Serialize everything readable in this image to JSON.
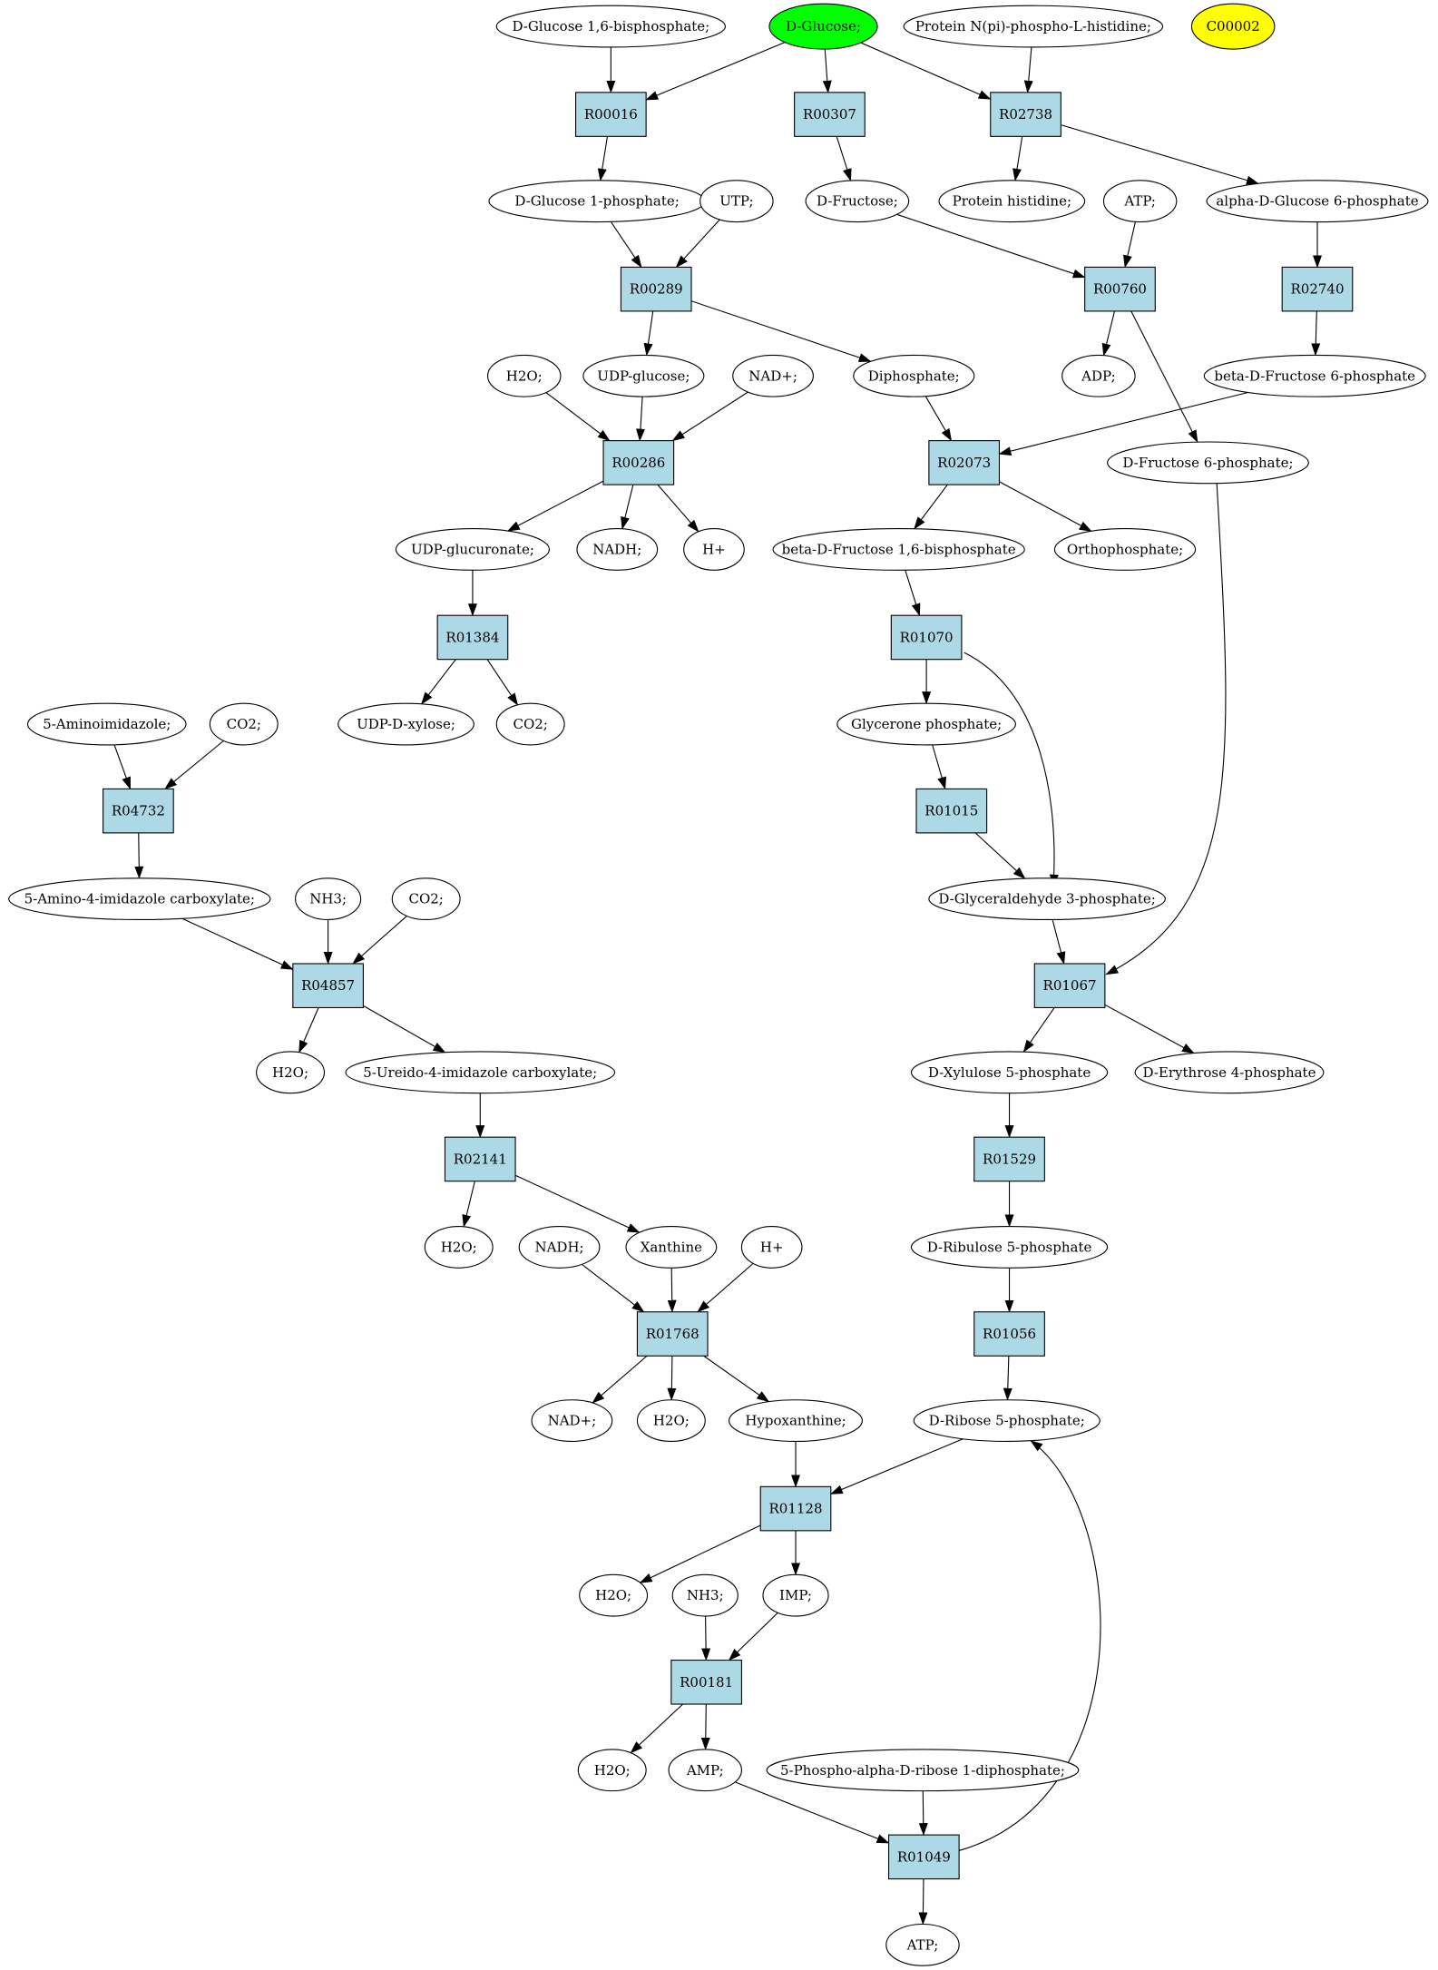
{
  "colors": {
    "reaction_fill": "#add8e6",
    "compound_fill": "#ffffff",
    "start_fill": "#00ff00",
    "target_fill": "#ffff00",
    "edge": "#000000"
  },
  "graph": {
    "nodes": [
      {
        "id": "c_g16bp",
        "type": "compound",
        "label": "D-Glucose 1,6-bisphosphate;"
      },
      {
        "id": "c_glucose",
        "type": "start",
        "label": "D-Glucose;"
      },
      {
        "id": "c_protnph",
        "type": "compound",
        "label": "Protein N(pi)-phospho-L-histidine;"
      },
      {
        "id": "c_c00002",
        "type": "target",
        "label": "C00002"
      },
      {
        "id": "r_R00016",
        "type": "reaction",
        "label": "R00016"
      },
      {
        "id": "r_R00307",
        "type": "reaction",
        "label": "R00307"
      },
      {
        "id": "r_R02738",
        "type": "reaction",
        "label": "R02738"
      },
      {
        "id": "c_g1p",
        "type": "compound",
        "label": "D-Glucose 1-phosphate;"
      },
      {
        "id": "c_utp",
        "type": "compound",
        "label": "UTP;"
      },
      {
        "id": "c_fructose",
        "type": "compound",
        "label": "D-Fructose;"
      },
      {
        "id": "c_prothis",
        "type": "compound",
        "label": "Protein histidine;"
      },
      {
        "id": "c_atp1",
        "type": "compound",
        "label": "ATP;"
      },
      {
        "id": "c_ag6p",
        "type": "compound",
        "label": "alpha-D-Glucose 6-phosphate"
      },
      {
        "id": "r_R00289",
        "type": "reaction",
        "label": "R00289"
      },
      {
        "id": "r_R00760",
        "type": "reaction",
        "label": "R00760"
      },
      {
        "id": "r_R02740",
        "type": "reaction",
        "label": "R02740"
      },
      {
        "id": "c_h2o_1",
        "type": "compound",
        "label": "H2O;"
      },
      {
        "id": "c_udpg",
        "type": "compound",
        "label": "UDP-glucose;"
      },
      {
        "id": "c_nadp_1",
        "type": "compound",
        "label": "NAD+;"
      },
      {
        "id": "c_diphos",
        "type": "compound",
        "label": "Diphosphate;"
      },
      {
        "id": "c_adp",
        "type": "compound",
        "label": "ADP;"
      },
      {
        "id": "c_bf6p",
        "type": "compound",
        "label": "beta-D-Fructose 6-phosphate"
      },
      {
        "id": "r_R00286",
        "type": "reaction",
        "label": "R00286"
      },
      {
        "id": "r_R02073",
        "type": "reaction",
        "label": "R02073"
      },
      {
        "id": "c_f6p",
        "type": "compound",
        "label": "D-Fructose 6-phosphate;"
      },
      {
        "id": "c_udpgluc",
        "type": "compound",
        "label": "UDP-glucuronate;"
      },
      {
        "id": "c_nadh_1",
        "type": "compound",
        "label": "NADH;"
      },
      {
        "id": "c_hplus_1",
        "type": "compound",
        "label": "H+"
      },
      {
        "id": "c_bf16bp",
        "type": "compound",
        "label": "beta-D-Fructose 1,6-bisphosphate"
      },
      {
        "id": "c_ortho",
        "type": "compound",
        "label": "Orthophosphate;"
      },
      {
        "id": "r_R01384",
        "type": "reaction",
        "label": "R01384"
      },
      {
        "id": "r_R01070",
        "type": "reaction",
        "label": "R01070"
      },
      {
        "id": "c_udpxyl",
        "type": "compound",
        "label": "UDP-D-xylose;"
      },
      {
        "id": "c_co2_1",
        "type": "compound",
        "label": "CO2;"
      },
      {
        "id": "c_5ai",
        "type": "compound",
        "label": "5-Aminoimidazole;"
      },
      {
        "id": "c_co2_2",
        "type": "compound",
        "label": "CO2;"
      },
      {
        "id": "c_dhap",
        "type": "compound",
        "label": "Glycerone phosphate;"
      },
      {
        "id": "r_R04732",
        "type": "reaction",
        "label": "R04732"
      },
      {
        "id": "r_R01015",
        "type": "reaction",
        "label": "R01015"
      },
      {
        "id": "c_5aic",
        "type": "compound",
        "label": "5-Amino-4-imidazole carboxylate;"
      },
      {
        "id": "c_nh3_1",
        "type": "compound",
        "label": "NH3;"
      },
      {
        "id": "c_co2_3",
        "type": "compound",
        "label": "CO2;"
      },
      {
        "id": "c_g3p",
        "type": "compound",
        "label": "D-Glyceraldehyde 3-phosphate;"
      },
      {
        "id": "r_R04857",
        "type": "reaction",
        "label": "R04857"
      },
      {
        "id": "r_R01067",
        "type": "reaction",
        "label": "R01067"
      },
      {
        "id": "c_h2o_2",
        "type": "compound",
        "label": "H2O;"
      },
      {
        "id": "c_5uic",
        "type": "compound",
        "label": "5-Ureido-4-imidazole carboxylate;"
      },
      {
        "id": "c_x5p",
        "type": "compound",
        "label": "D-Xylulose 5-phosphate"
      },
      {
        "id": "c_e4p",
        "type": "compound",
        "label": "D-Erythrose 4-phosphate"
      },
      {
        "id": "r_R02141",
        "type": "reaction",
        "label": "R02141"
      },
      {
        "id": "r_R01529",
        "type": "reaction",
        "label": "R01529"
      },
      {
        "id": "c_h2o_3",
        "type": "compound",
        "label": "H2O;"
      },
      {
        "id": "c_nadh_2",
        "type": "compound",
        "label": "NADH;"
      },
      {
        "id": "c_xanthine",
        "type": "compound",
        "label": "Xanthine"
      },
      {
        "id": "c_hplus_2",
        "type": "compound",
        "label": "H+"
      },
      {
        "id": "c_ru5p",
        "type": "compound",
        "label": "D-Ribulose 5-phosphate"
      },
      {
        "id": "r_R01768",
        "type": "reaction",
        "label": "R01768"
      },
      {
        "id": "r_R01056",
        "type": "reaction",
        "label": "R01056"
      },
      {
        "id": "c_nadp_2",
        "type": "compound",
        "label": "NAD+;"
      },
      {
        "id": "c_h2o_4",
        "type": "compound",
        "label": "H2O;"
      },
      {
        "id": "c_hypox",
        "type": "compound",
        "label": "Hypoxanthine;"
      },
      {
        "id": "c_r5p",
        "type": "compound",
        "label": "D-Ribose 5-phosphate;"
      },
      {
        "id": "r_R01128",
        "type": "reaction",
        "label": "R01128"
      },
      {
        "id": "c_h2o_5",
        "type": "compound",
        "label": "H2O;"
      },
      {
        "id": "c_nh3_2",
        "type": "compound",
        "label": "NH3;"
      },
      {
        "id": "c_imp",
        "type": "compound",
        "label": "IMP;"
      },
      {
        "id": "r_R00181",
        "type": "reaction",
        "label": "R00181"
      },
      {
        "id": "c_h2o_6",
        "type": "compound",
        "label": "H2O;"
      },
      {
        "id": "c_amp",
        "type": "compound",
        "label": "AMP;"
      },
      {
        "id": "c_prpp",
        "type": "compound",
        "label": "5-Phospho-alpha-D-ribose 1-diphosphate;"
      },
      {
        "id": "r_R01049",
        "type": "reaction",
        "label": "R01049"
      },
      {
        "id": "c_atp2",
        "type": "compound",
        "label": "ATP;"
      }
    ],
    "edges": [
      [
        "c_g16bp",
        "r_R00016"
      ],
      [
        "c_glucose",
        "r_R00016"
      ],
      [
        "c_glucose",
        "r_R00307"
      ],
      [
        "c_glucose",
        "r_R02738"
      ],
      [
        "c_protnph",
        "r_R02738"
      ],
      [
        "r_R00016",
        "c_g1p"
      ],
      [
        "r_R00307",
        "c_fructose"
      ],
      [
        "r_R02738",
        "c_prothis"
      ],
      [
        "r_R02738",
        "c_ag6p"
      ],
      [
        "c_g1p",
        "r_R00289"
      ],
      [
        "c_utp",
        "r_R00289"
      ],
      [
        "c_fructose",
        "r_R00760"
      ],
      [
        "c_atp1",
        "r_R00760"
      ],
      [
        "c_ag6p",
        "r_R02740"
      ],
      [
        "r_R00289",
        "c_udpg"
      ],
      [
        "r_R00289",
        "c_diphos"
      ],
      [
        "r_R00760",
        "c_adp"
      ],
      [
        "r_R00760",
        "c_f6p"
      ],
      [
        "r_R02740",
        "c_bf6p"
      ],
      [
        "c_h2o_1",
        "r_R00286"
      ],
      [
        "c_udpg",
        "r_R00286"
      ],
      [
        "c_nadp_1",
        "r_R00286"
      ],
      [
        "c_diphos",
        "r_R02073"
      ],
      [
        "c_bf6p",
        "r_R02073"
      ],
      [
        "r_R00286",
        "c_udpgluc"
      ],
      [
        "r_R00286",
        "c_nadh_1"
      ],
      [
        "r_R00286",
        "c_hplus_1"
      ],
      [
        "r_R02073",
        "c_bf16bp"
      ],
      [
        "r_R02073",
        "c_ortho"
      ],
      [
        "c_udpgluc",
        "r_R01384"
      ],
      [
        "c_bf16bp",
        "r_R01070"
      ],
      [
        "r_R01384",
        "c_udpxyl"
      ],
      [
        "r_R01384",
        "c_co2_1"
      ],
      [
        "r_R01070",
        "c_dhap"
      ],
      [
        "r_R01070",
        "c_g3p"
      ],
      [
        "c_5ai",
        "r_R04732"
      ],
      [
        "c_co2_2",
        "r_R04732"
      ],
      [
        "c_dhap",
        "r_R01015"
      ],
      [
        "r_R04732",
        "c_5aic"
      ],
      [
        "r_R01015",
        "c_g3p"
      ],
      [
        "c_5aic",
        "r_R04857"
      ],
      [
        "c_nh3_1",
        "r_R04857"
      ],
      [
        "c_co2_3",
        "r_R04857"
      ],
      [
        "c_g3p",
        "r_R01067"
      ],
      [
        "c_f6p",
        "r_R01067"
      ],
      [
        "r_R04857",
        "c_h2o_2"
      ],
      [
        "r_R04857",
        "c_5uic"
      ],
      [
        "r_R01067",
        "c_x5p"
      ],
      [
        "r_R01067",
        "c_e4p"
      ],
      [
        "c_5uic",
        "r_R02141"
      ],
      [
        "c_x5p",
        "r_R01529"
      ],
      [
        "r_R02141",
        "c_h2o_3"
      ],
      [
        "r_R02141",
        "c_xanthine"
      ],
      [
        "r_R01529",
        "c_ru5p"
      ],
      [
        "c_nadh_2",
        "r_R01768"
      ],
      [
        "c_xanthine",
        "r_R01768"
      ],
      [
        "c_hplus_2",
        "r_R01768"
      ],
      [
        "c_ru5p",
        "r_R01056"
      ],
      [
        "r_R01768",
        "c_nadp_2"
      ],
      [
        "r_R01768",
        "c_h2o_4"
      ],
      [
        "r_R01768",
        "c_hypox"
      ],
      [
        "r_R01056",
        "c_r5p"
      ],
      [
        "c_hypox",
        "r_R01128"
      ],
      [
        "c_r5p",
        "r_R01128"
      ],
      [
        "r_R01128",
        "c_h2o_5"
      ],
      [
        "r_R01128",
        "c_imp"
      ],
      [
        "c_nh3_2",
        "r_R00181"
      ],
      [
        "c_imp",
        "r_R00181"
      ],
      [
        "r_R00181",
        "c_h2o_6"
      ],
      [
        "r_R00181",
        "c_amp"
      ],
      [
        "c_amp",
        "r_R01049"
      ],
      [
        "c_prpp",
        "r_R01049"
      ],
      [
        "r_R01049",
        "c_atp2"
      ],
      [
        "r_R01049",
        "c_r5p"
      ]
    ]
  }
}
